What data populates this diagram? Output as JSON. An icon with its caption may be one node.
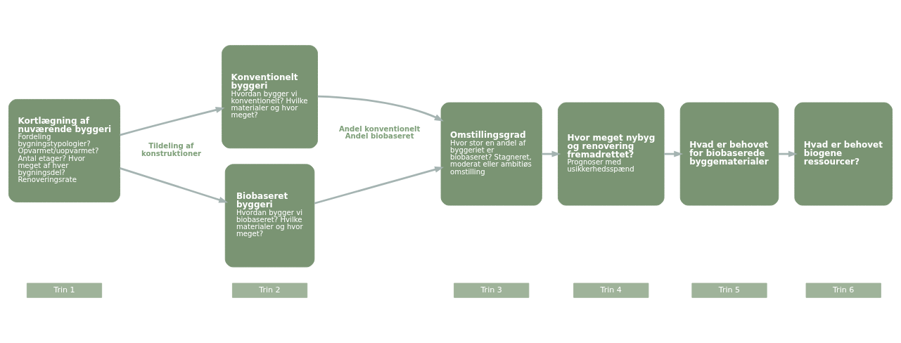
{
  "diagram": {
    "nodes": [
      {
        "text": [
          "Trin 1"
        ]
      },
      {
        "text": [
          "Trin 2"
        ]
      },
      {
        "text": [
          "Trin 3"
        ]
      },
      {
        "text": [
          "Trin 4"
        ]
      },
      {
        "text": [
          "Trin 5"
        ]
      },
      {
        "text": [
          "Trin 6"
        ]
      },
      {
        "text": [
          "Kortlægning af nuværende byggeri",
          "Fordeling bygningstypologier? Opvarmet/uopvarmet? Antal etager? Hvor meget af hver bygningsdel? Renoveringsrate"
        ]
      },
      {
        "text": [
          "Konventionelt byggeri",
          "Hvordan bygger vi konventionelt? Hvilke materialer og hvor meget?"
        ]
      },
      {
        "text": [
          "Biobaseret byggeri",
          "Hvordan bygger vi biobaseret? Hvilke materialer og hvor meget?"
        ]
      },
      {
        "text": [
          "Omstillingsgrad",
          "Hvor stor en andel af byggeriet er biobaseret? Stagneret, moderat eller ambitiøs omstilling"
        ]
      },
      {
        "text": [
          "Hvor meget nybyg og renovering fremadrettet?",
          "Prognoser med usikkerhedsspænd"
        ]
      },
      {
        "text": [
          "Hvad er behovet for biobaserede byggematerialer"
        ]
      },
      {
        "text": [
          "Hvad er behovet biogene ressourcer?"
        ]
      }
    ],
    "edges": [
      {
        "from": 6,
        "to": 7,
        "arrow": "to"
      },
      {
        "from": 6,
        "to": 8,
        "arrow": "to"
      },
      {
        "from": 7,
        "to": 9,
        "arrow": "to"
      },
      {
        "from": 8,
        "to": 9,
        "arrow": "to"
      },
      {
        "from": 9,
        "to": 10,
        "arrow": "to"
      },
      {
        "from": 10,
        "to": 11,
        "arrow": "to"
      },
      {
        "from": 11,
        "to": 12,
        "arrow": "to"
      }
    ],
    "labels": [
      "Tildeling af konstruktioner",
      "Andel konventionelt Andel biobaseret"
    ]
  }
}
